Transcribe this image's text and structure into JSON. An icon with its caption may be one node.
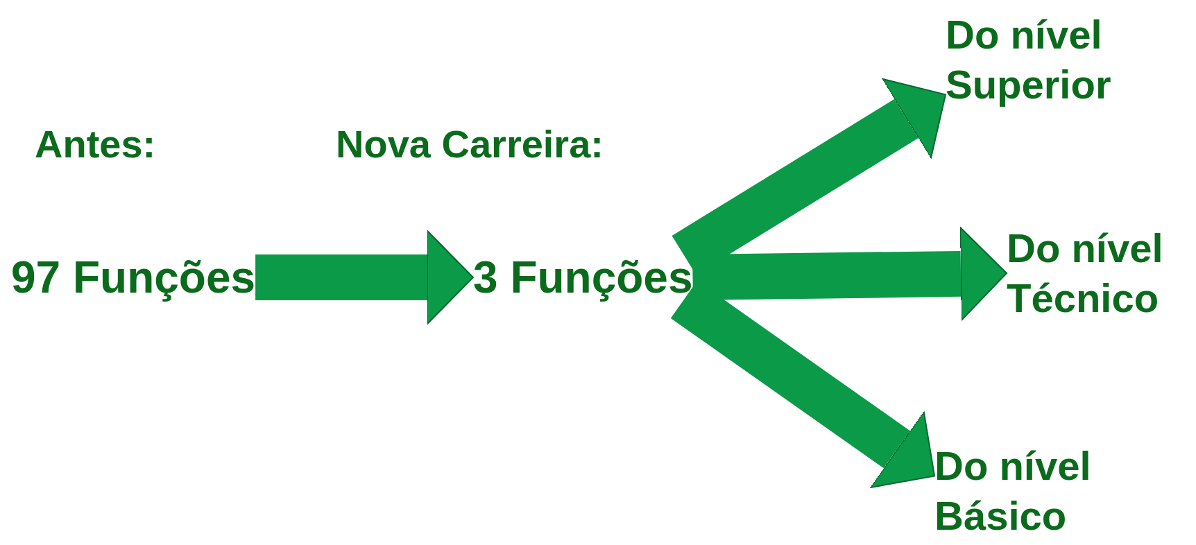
{
  "diagram": {
    "nodes": [
      {
        "text": [
          "97 Funções"
        ]
      },
      {
        "text": [
          "3 Funções"
        ]
      },
      {
        "text": [
          "Do nível Superior"
        ]
      },
      {
        "text": [
          "Do nível Técnico"
        ]
      },
      {
        "text": [
          "Do nível Básico"
        ]
      }
    ],
    "edges": [
      {
        "from": 0,
        "to": 1,
        "arrow": "to"
      },
      {
        "from": 1,
        "to": 2,
        "arrow": "to"
      },
      {
        "from": 1,
        "to": 3,
        "arrow": "to"
      },
      {
        "from": 1,
        "to": 4,
        "arrow": "to"
      }
    ],
    "labels": [
      "Antes:",
      "Nova Carreira:"
    ]
  }
}
